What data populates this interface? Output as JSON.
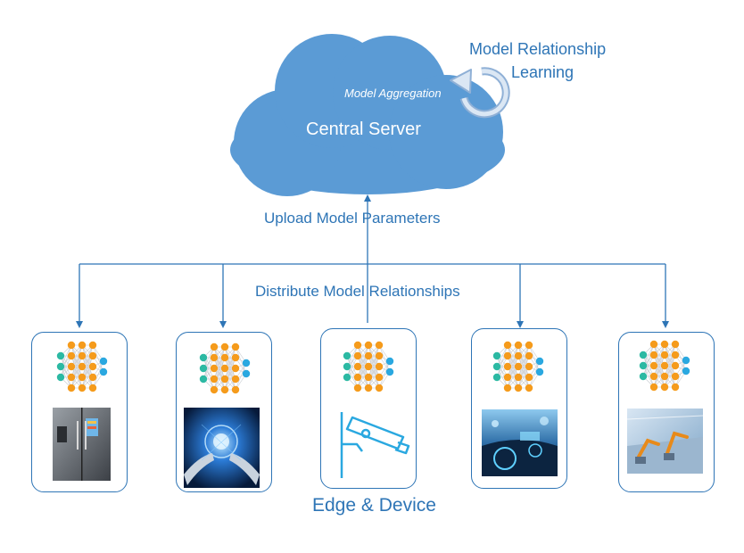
{
  "server": {
    "title": "Central Server",
    "aggregation_label": "Model Aggregation"
  },
  "relationship_learning": {
    "line1": "Model Relationship",
    "line2": "Learning"
  },
  "arrows": {
    "upload_label": "Upload Model Parameters",
    "distribute_label": "Distribute Model Relationships"
  },
  "devices": {
    "caption": "Edge & Device",
    "items": [
      {
        "icon": "smart-fridge-photo"
      },
      {
        "icon": "robot-hands-photo"
      },
      {
        "icon": "security-camera-icon"
      },
      {
        "icon": "car-dashboard-photo"
      },
      {
        "icon": "factory-robot-photo"
      }
    ]
  },
  "colors": {
    "accent": "#2e75b6",
    "cloud": "#5b9bd5",
    "node_orange": "#f59b1c",
    "node_green": "#2cb9a3",
    "node_blue": "#2aa8e0"
  }
}
